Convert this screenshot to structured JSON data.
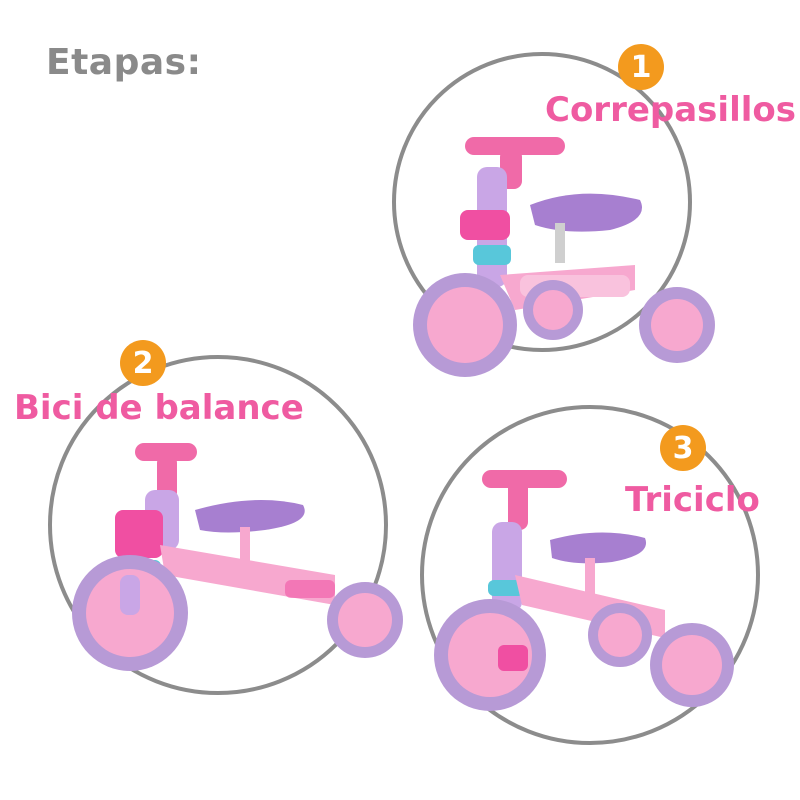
{
  "title": "Etapas:",
  "stages": [
    {
      "number": "1",
      "label": "Correpasillos",
      "icon": "ride-on-tricycle-icon"
    },
    {
      "number": "2",
      "label": "Bici de balance",
      "icon": "balance-bike-icon"
    },
    {
      "number": "3",
      "label": "Triciclo",
      "icon": "tricycle-icon"
    }
  ],
  "colors": {
    "title": "#8a8a8a",
    "label": "#ef5ba1",
    "badge": "#f39a1e",
    "ring": "#8c8c8c",
    "frame": "#f7a8cf",
    "wheel": "#b79ad6",
    "seat": "#a77fd0"
  }
}
